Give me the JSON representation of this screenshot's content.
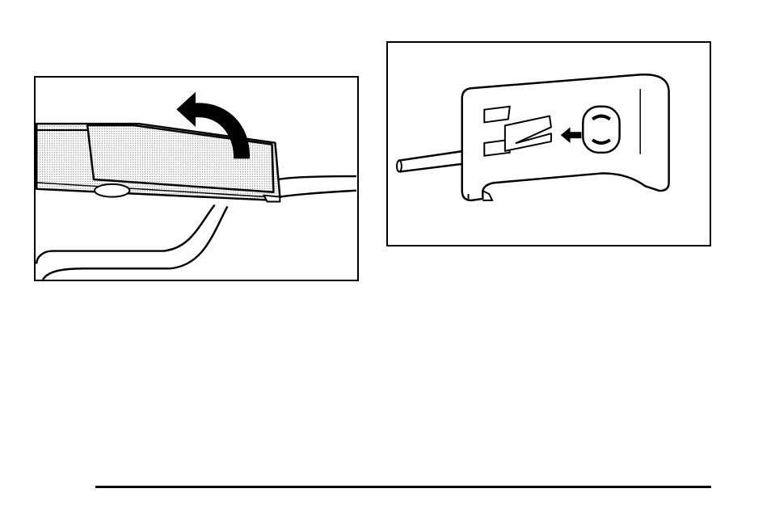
{
  "figures": [
    {
      "id": "wiper-arm-lift",
      "icon": "wiper-blade-lift-illustration"
    },
    {
      "id": "wiper-blade-clip",
      "icon": "wiper-clip-release-illustration"
    }
  ],
  "colors": {
    "ink": "#000000",
    "paper": "#ffffff",
    "stipple": "#d8d8d8"
  }
}
